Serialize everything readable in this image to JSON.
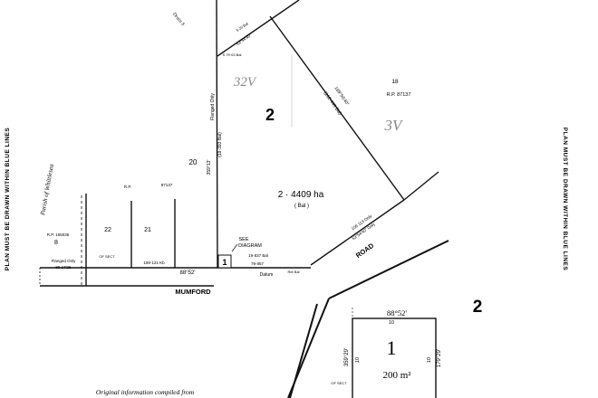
{
  "margin_notes": {
    "left": "PLAN MUST BE DRAWN WITHIN BLUE LINES",
    "right": "PLAN MUST BE DRAWN WITHIN BLUE LINES"
  },
  "parish_label": "Parish of Whittlesea",
  "road_names": {
    "mumford": "MUMFORD",
    "road": "ROAD"
  },
  "lots": {
    "main": "2",
    "main_area": "2 · 4409 ha",
    "main_area_note": "( Bal )",
    "lot18": "18",
    "lot18_rp": "R.P. 87137",
    "lot20": "20",
    "lot21": "21",
    "lot22": "22",
    "lot8": "8",
    "lot8_rp": "R.P. 165036",
    "rp_87137_left": "R.P.",
    "rp_87137_left_num": "87137",
    "diagram_lot2": "2",
    "diagram_lot1": "1",
    "diagram_area": "200 m²",
    "box_lot": "1"
  },
  "handwritten": {
    "a": "32V",
    "b": "3V"
  },
  "labels": {
    "see_diagram_1": "SEE",
    "see_diagram_2": "DIAGRAM",
    "datum": "Datum",
    "flanged_left": "Flanged Only",
    "flanged_left_val": "89 17'25",
    "flanged_vertical": "Flanged Only",
    "bearing_vertical": "359°13'",
    "dist_vertical": "(19·393 Bal)",
    "bearing_diagonal": "169°56'40\"",
    "dist_diagonal": "(212·448 Bal)",
    "bearing_road": "109 113 Only",
    "dist_road": "53°54'40\" Only",
    "bearing_bottom": "88°52'",
    "dist_bottom_1": "199·121 Kb",
    "dist_bottom_2": "19·837 Bal",
    "dist_bottom_3": "79·857",
    "top_note": "Drain S",
    "top_bearing": "53°54'40\"",
    "top_small": "5·20 Bal",
    "corner_note": "S 79·03 Bal",
    "of_sect": "OF SECT",
    "small_note": "Ret Bal",
    "bottom_footnote": "Original information compiled from"
  },
  "diagram_labels": {
    "bearing_top": "88°52'",
    "ten_top": "10",
    "ten_left": "10",
    "ten_right": "10",
    "bearing_left": "359°29'",
    "bearing_right": "179°29'",
    "note_left": "OF SECT"
  }
}
